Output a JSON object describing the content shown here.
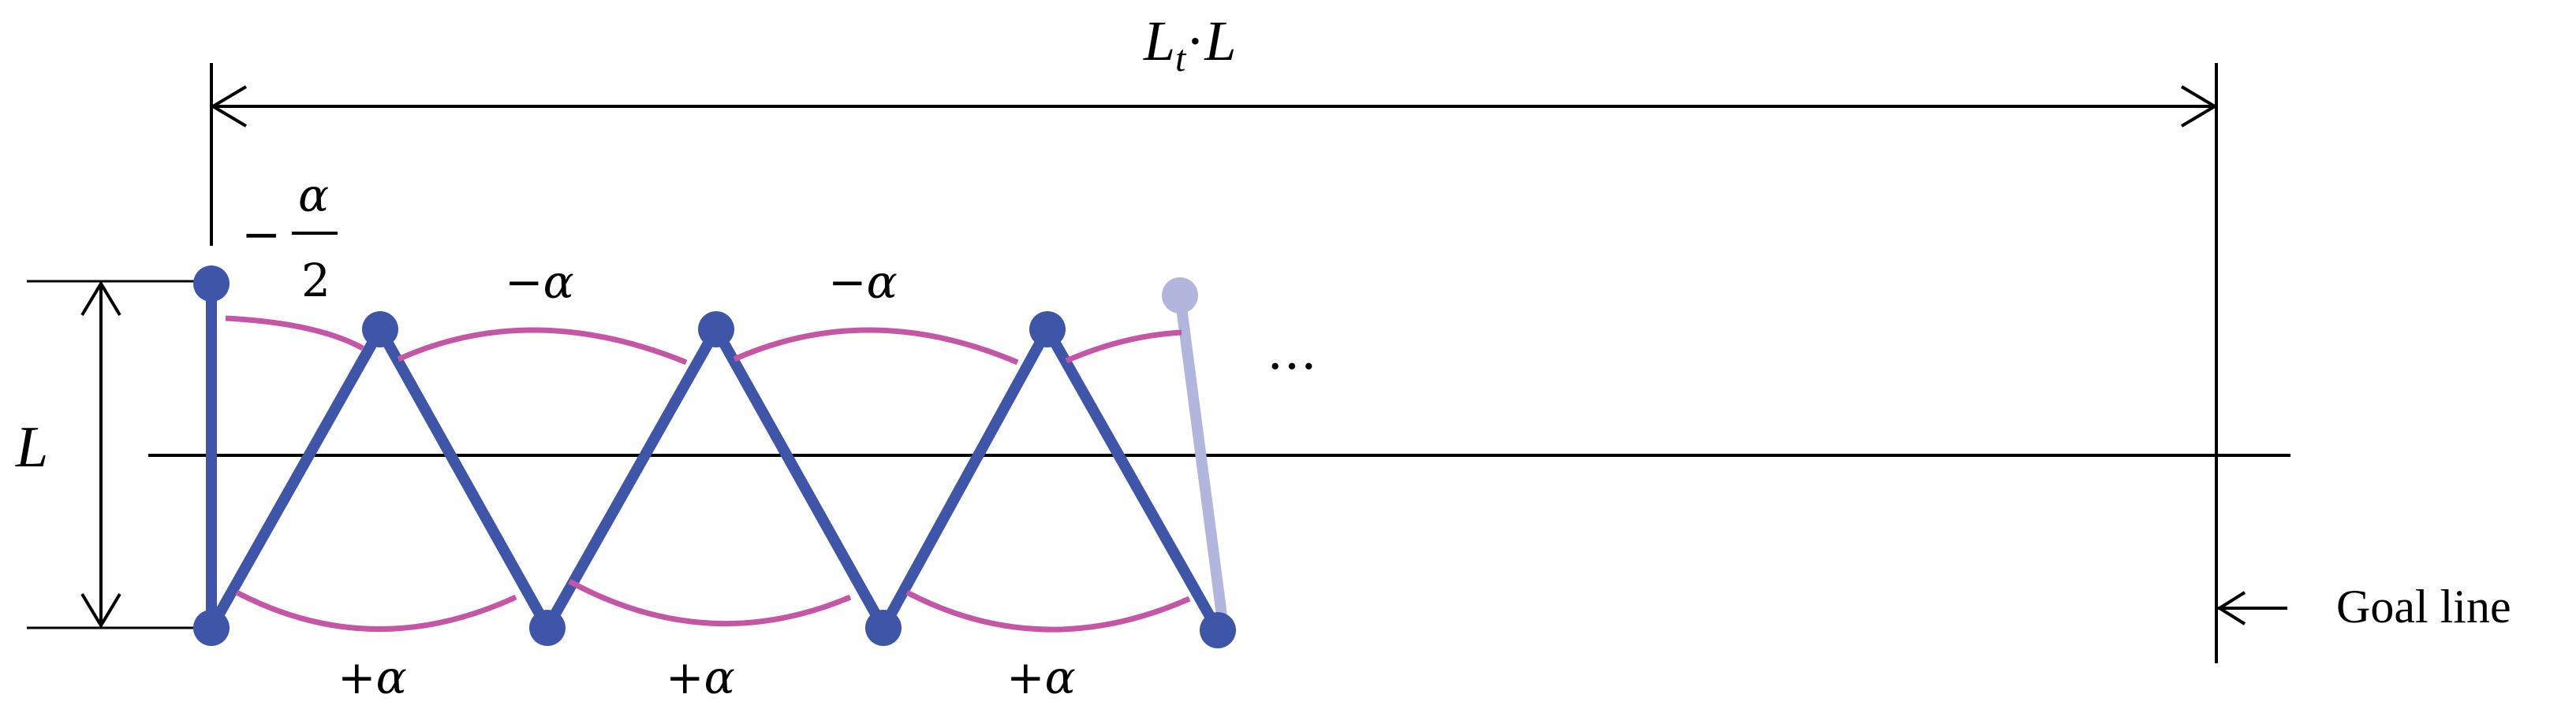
{
  "labels": {
    "total_length_L": "L",
    "total_length_t": "t",
    "total_length_dot": "·",
    "total_length_L2": "L",
    "link_length": "L",
    "first_angle_minus": "−",
    "first_angle_num": "α",
    "first_angle_den": "2",
    "top_angle_1": "−α",
    "top_angle_2": "−α",
    "bottom_angle_1": "+α",
    "bottom_angle_2": "+α",
    "bottom_angle_3": "+α",
    "ellipsis": "…",
    "goal_line": "Goal line"
  },
  "colors": {
    "link": "#3f56a8",
    "link_faded": "#b3b6dc",
    "arrow": "#c556a6",
    "line": "#000000"
  }
}
